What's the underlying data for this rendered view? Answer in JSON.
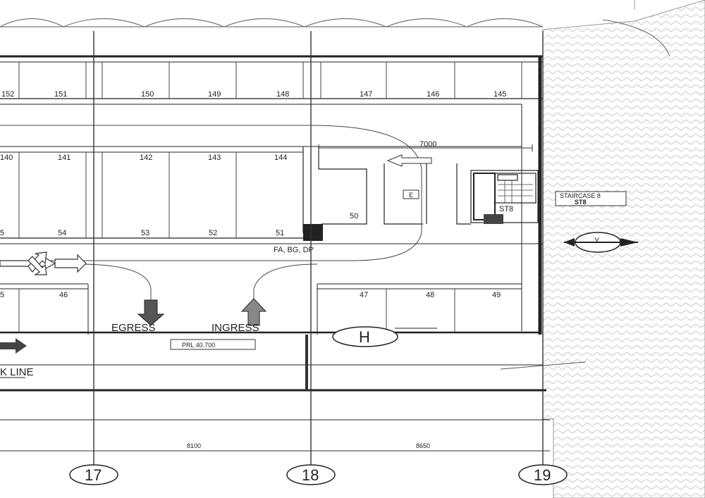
{
  "parking_rows": {
    "top": [
      "152",
      "151",
      "150",
      "149",
      "148",
      "147",
      "146",
      "145"
    ],
    "middle_upper": [
      "140",
      "141",
      "142",
      "143",
      "144"
    ],
    "middle_lower": [
      "5",
      "54",
      "53",
      "52",
      "51"
    ],
    "bottom_left": [
      "5",
      "46"
    ],
    "bottom_right": [
      "47",
      "48",
      "49"
    ],
    "small_bay": "50"
  },
  "labels": {
    "dimension_top": "7000",
    "utilities": "FA, BG, DP",
    "egress": "EGRESS",
    "ingress": "INGRESS",
    "prl": "PRL 40.700",
    "line": "K LINE",
    "heli_marker": "H",
    "staircase_tag": "STAIRCASE 8",
    "stair_code": "ST8",
    "lift_box": "E",
    "north": "Y"
  },
  "dimensions": {
    "left_span": "8100",
    "right_span": "8650"
  },
  "grid_lines": [
    "17",
    "18",
    "19"
  ]
}
